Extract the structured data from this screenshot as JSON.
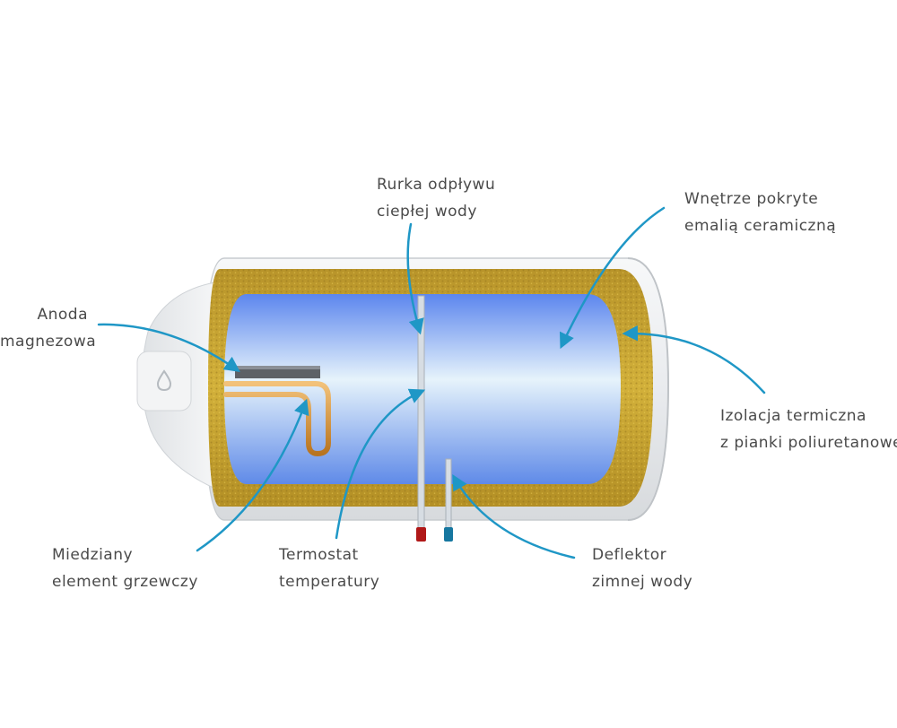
{
  "diagram": {
    "colors": {
      "arrow": "#1f97c6",
      "insulation": "#c9a52a",
      "water": "#6f9ef0",
      "shell": "#eef0f2",
      "hot_pipe": "#b01818",
      "cold_pipe": "#1677a0",
      "copper": "#d89a4a"
    },
    "labels": {
      "outflow_pipe": {
        "line1": "Rurka odpływu",
        "line2": "ciepłej wody"
      },
      "enamel": {
        "line1": "Wnętrze pokryte",
        "line2": "emalią ceramiczną"
      },
      "anode": {
        "line1": "Anoda",
        "line2": "magnezowa"
      },
      "insulation": {
        "line1": "Izolacja termiczna",
        "line2": "z pianki poliuretanowej"
      },
      "heater": {
        "line1": "Miedziany",
        "line2": "element grzewczy"
      },
      "thermostat": {
        "line1": "Termostat",
        "line2": "temperatury"
      },
      "deflector": {
        "line1": "Deflektor",
        "line2": "zimnej wody"
      }
    }
  }
}
